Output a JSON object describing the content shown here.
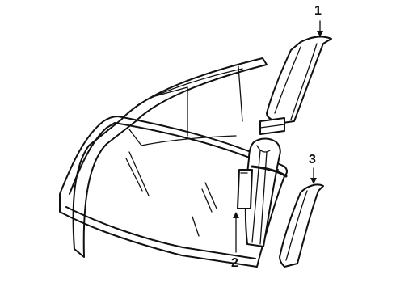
{
  "callouts": {
    "part1": "1",
    "part2": "2",
    "part3": "3"
  },
  "colors": {
    "ink": "#111111",
    "background": "#ffffff"
  }
}
